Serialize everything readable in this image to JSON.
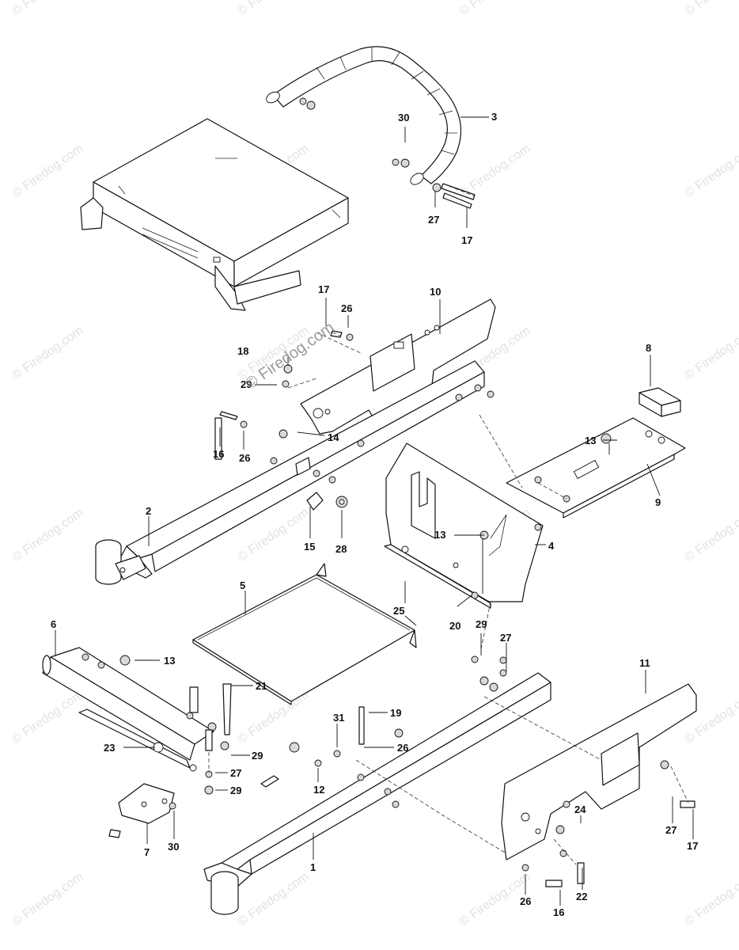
{
  "watermark": {
    "text": "© Firedog.com",
    "center_text": "© Firedog.com"
  },
  "callouts": {
    "c1": "1",
    "c2": "2",
    "c3": "3",
    "c4": "4",
    "c5": "5",
    "c6": "6",
    "c7": "7",
    "c8": "8",
    "c9": "9",
    "c10": "10",
    "c11": "11",
    "c12": "12",
    "c13a": "13",
    "c13b": "13",
    "c13c": "13",
    "c14": "14",
    "c15": "15",
    "c16a": "16",
    "c16b": "16",
    "c17a": "17",
    "c17b": "17",
    "c17c": "17",
    "c18": "18",
    "c19": "19",
    "c20": "20",
    "c21": "21",
    "c22": "22",
    "c23": "23",
    "c24": "24",
    "c25": "25",
    "c26a": "26",
    "c26b": "26",
    "c26c": "26",
    "c26d": "26",
    "c27a": "27",
    "c27b": "27",
    "c27c": "27",
    "c27d": "27",
    "c28": "28",
    "c29": "29",
    "c29b": "29",
    "c29c": "29",
    "c29d": "29",
    "c30a": "30",
    "c30b": "30",
    "c31": "31"
  }
}
